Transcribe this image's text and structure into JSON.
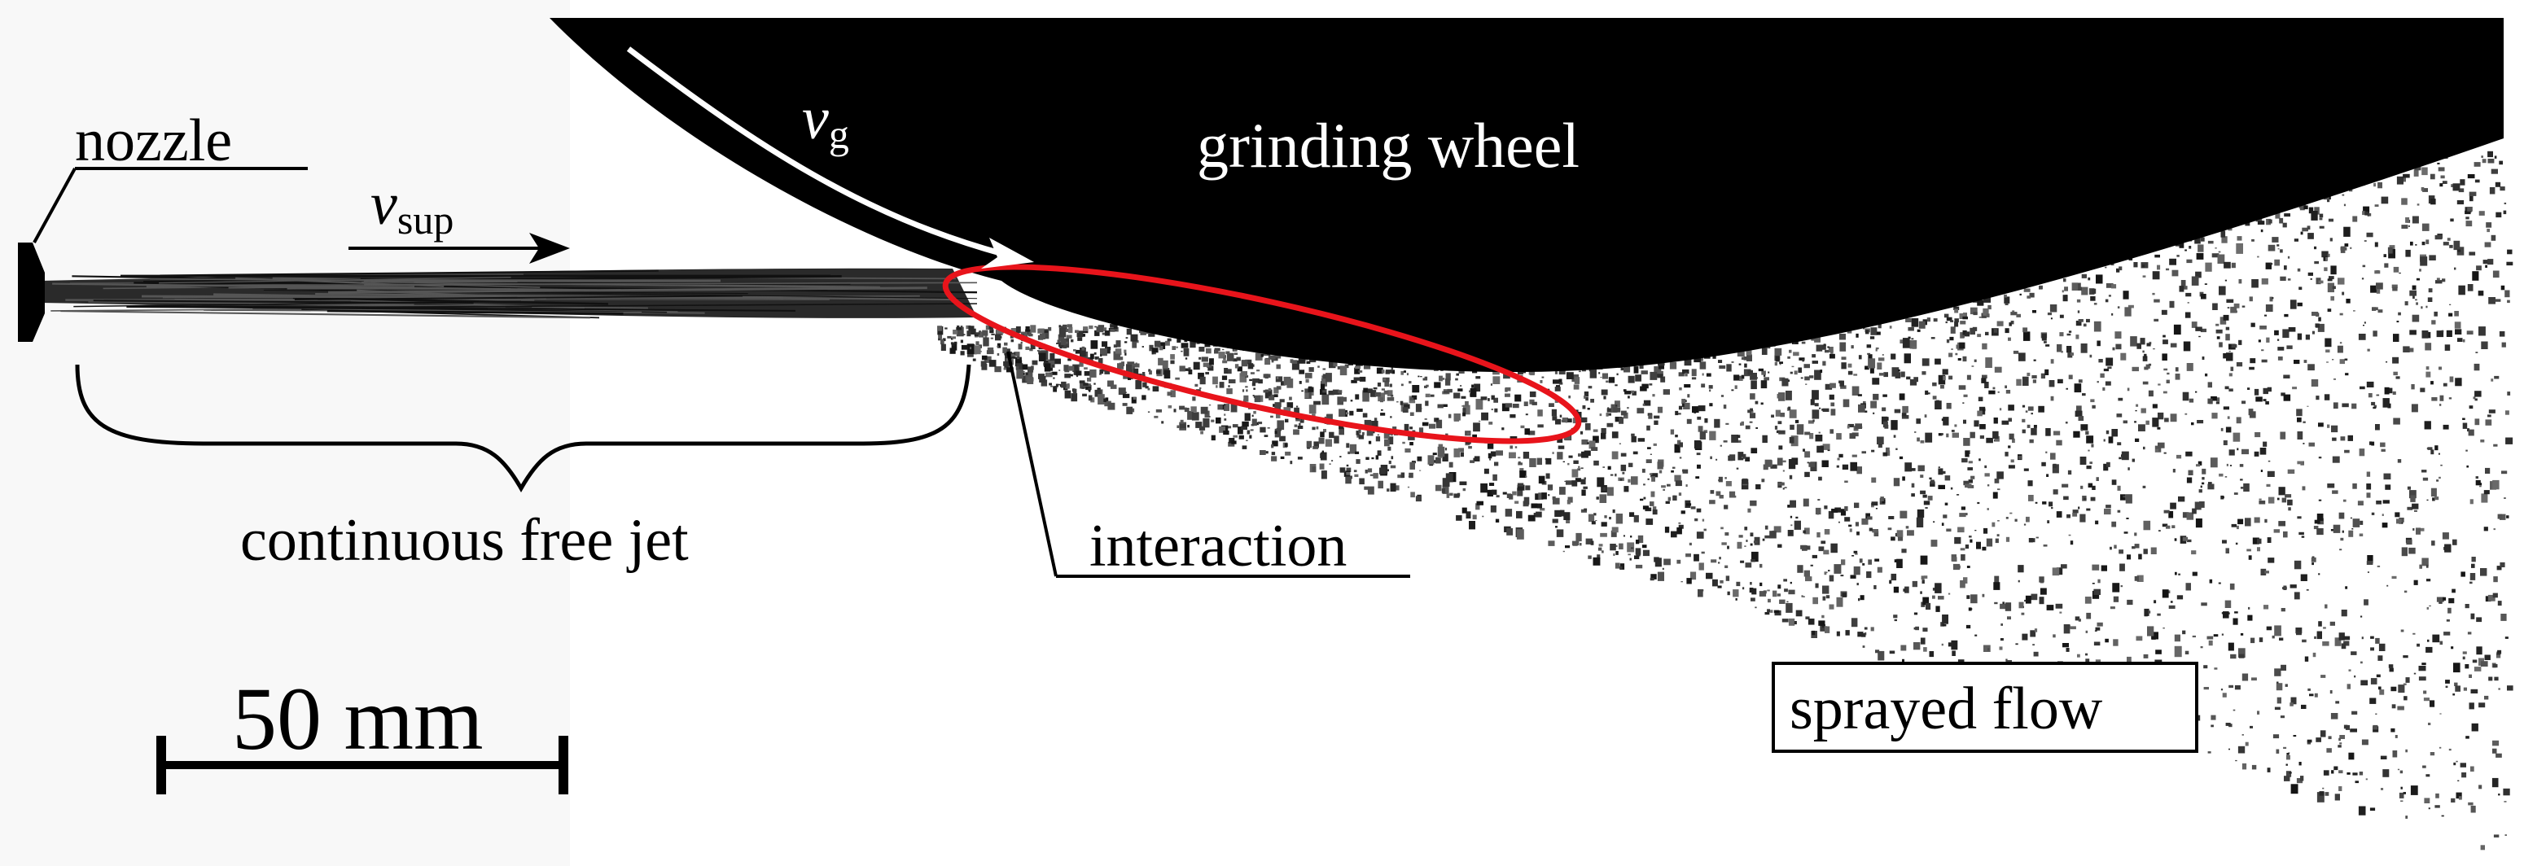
{
  "labels": {
    "nozzle": "nozzle",
    "supply_velocity_symbol": "v",
    "supply_velocity_subscript": "sup",
    "wheel_velocity_symbol": "v",
    "wheel_velocity_subscript": "g",
    "grinding_wheel": "grinding wheel",
    "continuous_free_jet": "continuous free jet",
    "interaction": "interaction",
    "sprayed_flow": "sprayed flow",
    "scale_bar": "50 mm"
  },
  "colors": {
    "background": "#ffffff",
    "wheel": "#000000",
    "jet": "#2a2a2a",
    "interaction_ellipse": "#e8141b",
    "annotation": "#000000",
    "velocity_arrow_on_wheel": "#ffffff"
  }
}
